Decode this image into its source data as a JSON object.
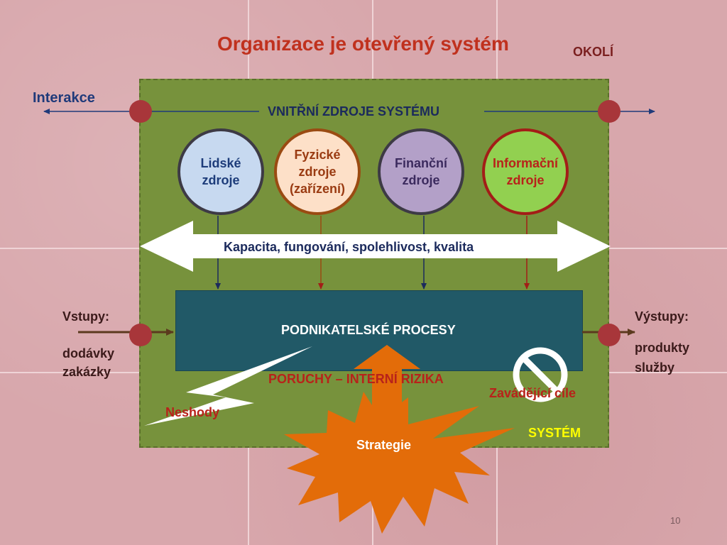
{
  "title": "Organizace je otevřený systém",
  "environment_label": "OKOLÍ",
  "interaction_label": "Interakce",
  "internal_resources_label": "VNITŘNÍ ZDROJE SYSTÉMU",
  "resources": [
    {
      "line1": "Lidské",
      "line2": "zdroje",
      "line3": ""
    },
    {
      "line1": "Fyzické",
      "line2": "zdroje",
      "line3": "(zařízení)"
    },
    {
      "line1": "Finanční",
      "line2": "zdroje",
      "line3": ""
    },
    {
      "line1": "Informační",
      "line2": "zdroje",
      "line3": ""
    }
  ],
  "capacity_label": "Kapacita, fungování, spolehlivost, kvalita",
  "process_label": "PODNIKATELSKÉ PROCESY",
  "risks_label": "PORUCHY – INTERNÍ RIZIKA",
  "misleading_goals_label": "Zavádějící cíle",
  "nonconformities_label": "Neshody",
  "system_label": "SYSTÉM",
  "strategy_label": "Strategie",
  "inputs": {
    "label": "Vstupy:",
    "items": [
      "dodávky",
      "zakázky"
    ]
  },
  "outputs": {
    "label": "Výstupy:",
    "items": [
      "produkty",
      "služby"
    ]
  },
  "page_number": "10",
  "colors": {
    "background": "#d8a7ac",
    "system_box": "#77923c",
    "process_box": "#215967",
    "title": "#c0311e",
    "risk_text": "#b8221a",
    "strategy_star": "#e36c09",
    "system_text": "#ffff00"
  }
}
